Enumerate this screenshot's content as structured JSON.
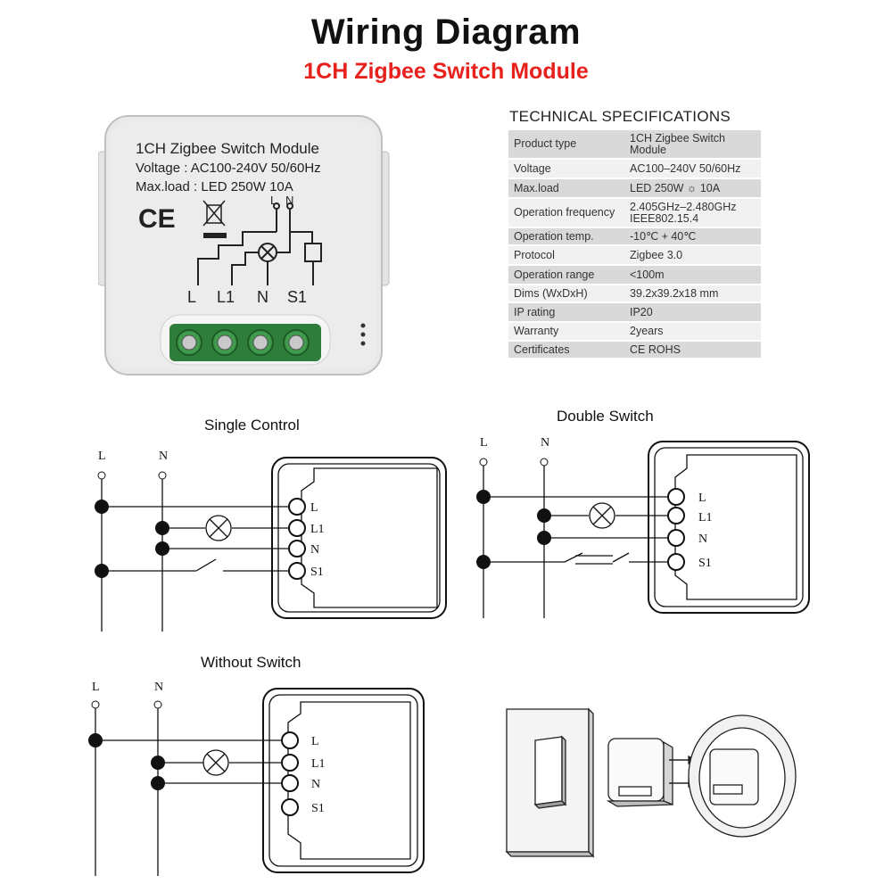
{
  "header": {
    "title": "Wiring Diagram",
    "subtitle": "1CH Zigbee Switch Module"
  },
  "module_label": {
    "name": "1CH Zigbee Switch Module",
    "voltage": "Voltage : AC100-240V 50/60Hz",
    "max_load": "Max.load : LED 250W  10A",
    "ce_mark": "CE",
    "terminals": [
      "L",
      "L1",
      "N",
      "S1"
    ],
    "top_labels": [
      "L",
      "N"
    ]
  },
  "specs": {
    "title": "TECHNICAL SPECIFICATIONS",
    "rows": [
      {
        "key": "Product type",
        "value": "1CH Zigbee Switch Module"
      },
      {
        "key": "Voltage",
        "value": "AC100–240V 50/60Hz"
      },
      {
        "key": "Max.load",
        "value": "LED 250W ☼ 10A"
      },
      {
        "key": "Operation frequency",
        "value": "2.405GHz–2.480GHz IEEE802.15.4"
      },
      {
        "key": "Operation temp.",
        "value": "-10℃ + 40℃"
      },
      {
        "key": "Protocol",
        "value": "Zigbee  3.0"
      },
      {
        "key": "Operation range",
        "value": "<100m"
      },
      {
        "key": "Dims (WxDxH)",
        "value": "39.2x39.2x18 mm"
      },
      {
        "key": "IP rating",
        "value": "IP20"
      },
      {
        "key": "Warranty",
        "value": "2years"
      },
      {
        "key": "Certificates",
        "value": "CE ROHS"
      }
    ]
  },
  "diagrams": {
    "single": {
      "title": "Single Control",
      "line_labels": [
        "L",
        "N"
      ],
      "terminals": [
        "L",
        "L1",
        "N",
        "S1"
      ]
    },
    "double": {
      "title": "Double Switch",
      "line_labels": [
        "L",
        "N"
      ],
      "terminals": [
        "L",
        "L1",
        "N",
        "S1"
      ]
    },
    "without": {
      "title": "Without Switch",
      "line_labels": [
        "L",
        "N"
      ],
      "terminals": [
        "L",
        "L1",
        "N",
        "S1"
      ]
    }
  },
  "colors": {
    "title": "#111111",
    "subtitle": "#e8211d",
    "terminal_green": "#2e7d3a",
    "table_dark": "#d9d9d9",
    "table_light": "#f1f1f1"
  }
}
